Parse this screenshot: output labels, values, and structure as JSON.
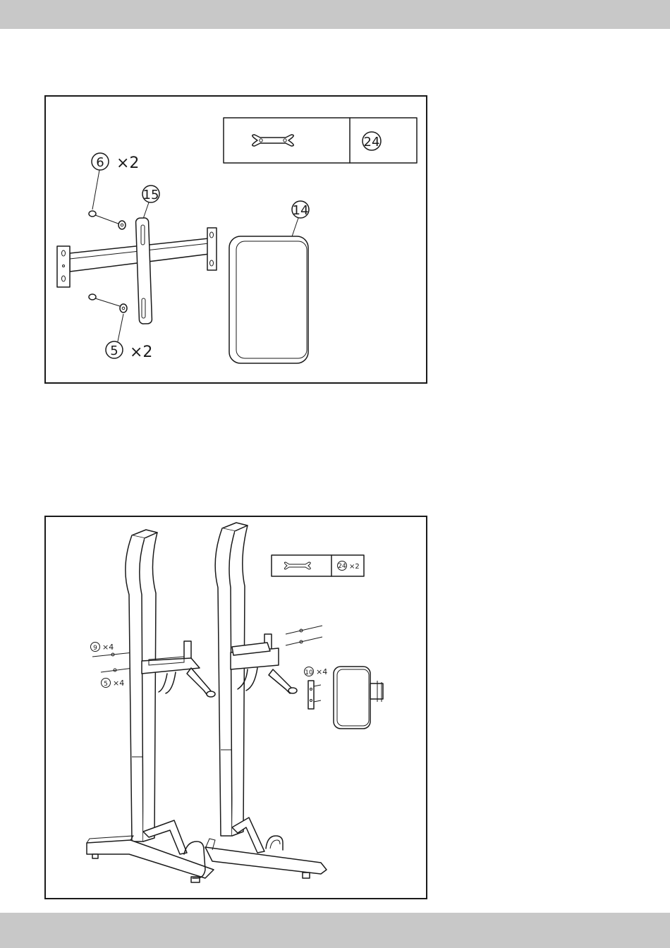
{
  "step1": {
    "tool_box": {
      "tool_icon": "wrench-icon",
      "part_number": "24"
    },
    "callouts": {
      "bolt": {
        "part_number": "6",
        "quantity": "×2"
      },
      "plate": {
        "part_number": "15"
      },
      "backrest": {
        "part_number": "14"
      },
      "washer": {
        "part_number": "5",
        "quantity": "×2"
      }
    }
  },
  "step2": {
    "tool_box": {
      "tool_icon": "wrench-icon",
      "part_number": "24",
      "quantity": "×2"
    },
    "callouts": {
      "bolt": {
        "part_number": "9",
        "quantity": "×4"
      },
      "washer": {
        "part_number": "5",
        "quantity": "×4"
      },
      "backrest_bolt": {
        "part_number": "10",
        "quantity": "×4"
      }
    }
  },
  "colors": {
    "band": "#c8c8c8",
    "line": "#1a1a1a",
    "paper": "#ffffff"
  }
}
